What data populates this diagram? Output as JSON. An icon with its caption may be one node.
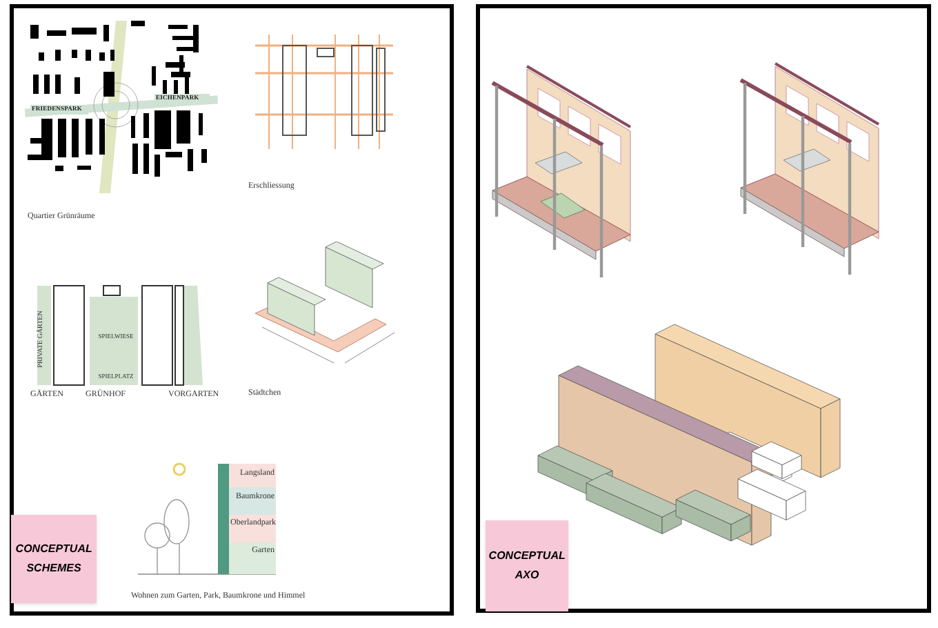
{
  "diagram": {
    "nodes": [
      {
        "text": [
          "CONCEPTUAL SCHEMES"
        ]
      },
      {
        "text": [
          "CONCEPTUAL AXO"
        ]
      }
    ],
    "edges": [],
    "labels": [
      "FRIEDENSPARK",
      "EICHENPARK",
      "Erschliessung",
      "Quartier Grünräume",
      "PRIVATE GÄRTEN",
      "SPIELWIESE",
      "SPIELPLATZ",
      "GÄRTEN",
      "GRÜNHOF",
      "VORGARTEN",
      "Städtchen",
      "Langsland",
      "Baumkrone",
      "Oberlandpark",
      "Garten",
      "Wohnen zum Garten, Park, Baumkrone und Himmel"
    ]
  }
}
